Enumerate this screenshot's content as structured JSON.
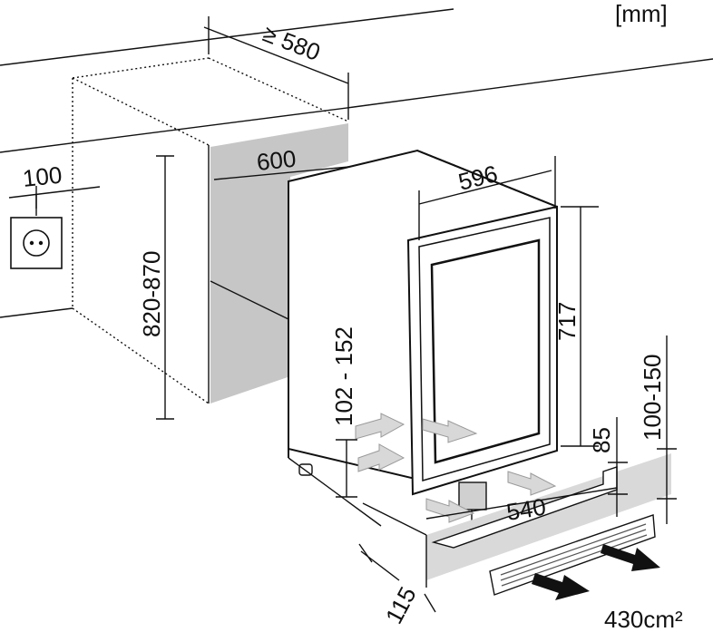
{
  "unit_label": "[mm]",
  "dimensions": {
    "depth_min": "≥ 580",
    "niche_width": "600",
    "socket_offset": "100",
    "niche_height": "820-870",
    "appliance_width": "596",
    "appliance_height": "717",
    "foot_height": "102 - 152",
    "plinth_width": "540",
    "plinth_gap": "85",
    "plinth_height": "100-150",
    "plinth_depth": "115",
    "vent_area": "430cm²"
  }
}
